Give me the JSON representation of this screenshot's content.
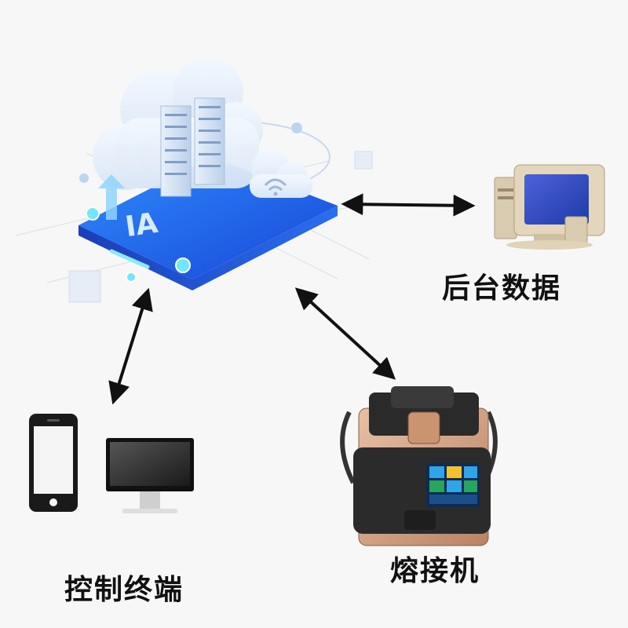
{
  "nodes": {
    "backend": {
      "label": "后台数据"
    },
    "terminal": {
      "label": "控制终端"
    },
    "splicer": {
      "label": "熔接机"
    }
  },
  "colors": {
    "platform_blue": "#1f5fe0",
    "platform_light": "#4aa3ff",
    "cloud": "#e7f0fb",
    "arrow": "#111111",
    "splicer_body": "#2b2b2b",
    "splicer_copper": "#d9a98a"
  }
}
